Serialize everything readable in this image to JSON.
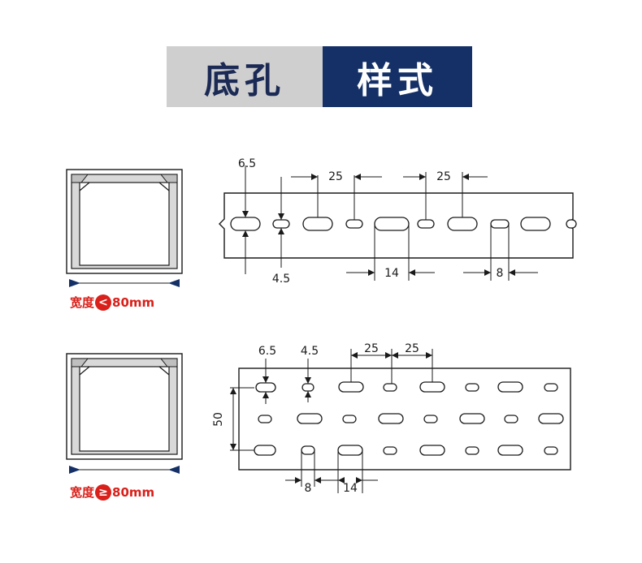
{
  "title": {
    "left": "底孔",
    "right": "样式"
  },
  "colors": {
    "navy": "#143066",
    "gray": "#cfcfcf",
    "red": "#d9201a",
    "line": "#1a1a1a"
  },
  "section1": {
    "width_prefix": "宽度",
    "width_symbol": "<",
    "width_value": "80mm",
    "dims": {
      "slot_height": "6.5",
      "small_hole": "4.5",
      "pitch_left": "25",
      "pitch_right": "25",
      "slot_length": "14",
      "hole_length": "8"
    }
  },
  "section2": {
    "width_prefix": "宽度",
    "width_symbol": "≥",
    "width_value": "80mm",
    "dims": {
      "slot_height": "6.5",
      "small_hole": "4.5",
      "pitch_left": "25",
      "pitch_right": "25",
      "row_spacing": "50",
      "hole_length": "8",
      "slot_length": "14"
    }
  }
}
